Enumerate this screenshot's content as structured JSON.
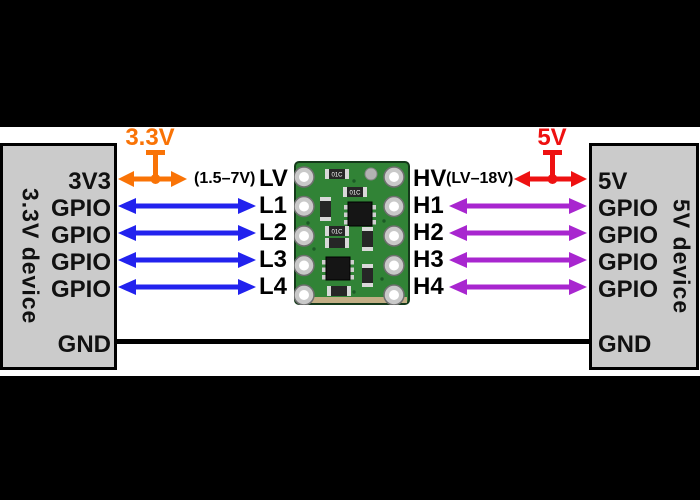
{
  "left_device": {
    "label": "3.3V device",
    "power_pin": "3V3",
    "gpio_pins": [
      "GPIO",
      "GPIO",
      "GPIO",
      "GPIO"
    ],
    "gnd_pin": "GND"
  },
  "right_device": {
    "label": "5V device",
    "power_pin": "5V",
    "gpio_pins": [
      "GPIO",
      "GPIO",
      "GPIO",
      "GPIO"
    ],
    "gnd_pin": "GND"
  },
  "shifter": {
    "low_pin": "LV",
    "low_range": "(1.5–7V)",
    "high_pin": "HV",
    "high_range": "(LV–18V)",
    "channels": [
      {
        "low": "L1",
        "high": "H1"
      },
      {
        "low": "L2",
        "high": "H2"
      },
      {
        "low": "L3",
        "high": "H3"
      },
      {
        "low": "L4",
        "high": "H4"
      }
    ],
    "chip_marking": "01C"
  },
  "supplies": {
    "low": {
      "label": "3.3V",
      "color": "#f97306"
    },
    "high": {
      "label": "5V",
      "color": "#ee1111"
    }
  },
  "colors": {
    "low_signal": "#2222ee",
    "high_signal": "#a826cf",
    "supply_low": "#f97306",
    "supply_high": "#ee1111",
    "ground": "#000000",
    "device_fill": "#cbcbcb",
    "pcb_green": "#318336",
    "background": "#000000",
    "band": "#ffffff"
  }
}
